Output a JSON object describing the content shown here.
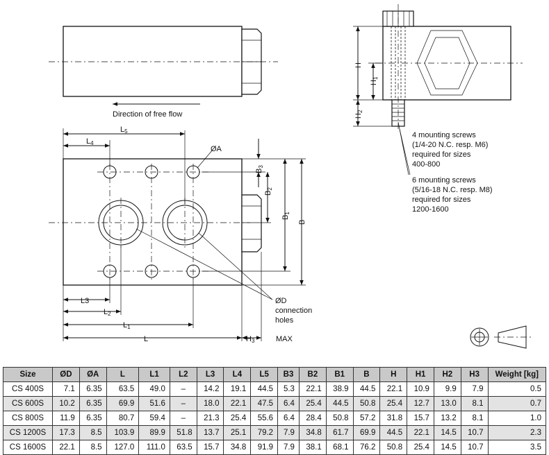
{
  "labels": {
    "flow": "Direction of free flow",
    "screws4": [
      "4 mounting screws",
      "(1/4-20 N.C. resp. M6)",
      "required for sizes",
      "400-800"
    ],
    "screws6": [
      "6 mounting screws",
      "(5/16-18 N.C. resp. M8)",
      "required for sizes",
      "1200-1600"
    ],
    "phiD": [
      "ØD",
      "connection",
      "holes"
    ],
    "phiA": "ØA",
    "max": "MAX",
    "L": "L",
    "L1": "L",
    "L2": "L",
    "L3": "L3",
    "L4": "L",
    "L5": "L",
    "B": "B",
    "B1": "B",
    "B2": "B",
    "B3": "B",
    "H": "H",
    "H1": "H",
    "H2": "H",
    "H3": "H",
    "sub1": "1",
    "sub2": "2",
    "sub3": "3",
    "sub4": "4",
    "sub5": "5"
  },
  "table": {
    "headers": [
      "Size",
      "ØD",
      "ØA",
      "L",
      "L1",
      "L2",
      "L3",
      "L4",
      "L5",
      "B3",
      "B2",
      "B1",
      "B",
      "H",
      "H1",
      "H2",
      "H3",
      "Weight [kg]"
    ],
    "rows": [
      [
        "CS 400S",
        "7.1",
        "6.35",
        "63.5",
        "49.0",
        "–",
        "14.2",
        "19.1",
        "44.5",
        "5.3",
        "22.1",
        "38.9",
        "44.5",
        "22.1",
        "10.9",
        "9.9",
        "7.9",
        "0.5"
      ],
      [
        "CS 600S",
        "10.2",
        "6.35",
        "69.9",
        "51.6",
        "–",
        "18.0",
        "22.1",
        "47.5",
        "6.4",
        "25.4",
        "44.5",
        "50.8",
        "25.4",
        "12.7",
        "13.0",
        "8.1",
        "0.7"
      ],
      [
        "CS 800S",
        "11.9",
        "6.35",
        "80.7",
        "59.4",
        "–",
        "21.3",
        "25.4",
        "55.6",
        "6.4",
        "28.4",
        "50.8",
        "57.2",
        "31.8",
        "15.7",
        "13.2",
        "8.1",
        "1.0"
      ],
      [
        "CS 1200S",
        "17.3",
        "8.5",
        "103.9",
        "89.9",
        "51.8",
        "13.7",
        "25.1",
        "79.2",
        "7.9",
        "34.8",
        "61.7",
        "69.9",
        "44.5",
        "22.1",
        "14.5",
        "10.7",
        "2.3"
      ],
      [
        "CS 1600S",
        "22.1",
        "8.5",
        "127.0",
        "111.0",
        "63.5",
        "15.7",
        "34.8",
        "91.9",
        "7.9",
        "38.1",
        "68.1",
        "76.2",
        "50.8",
        "25.4",
        "14.5",
        "10.7",
        "3.5"
      ]
    ]
  }
}
